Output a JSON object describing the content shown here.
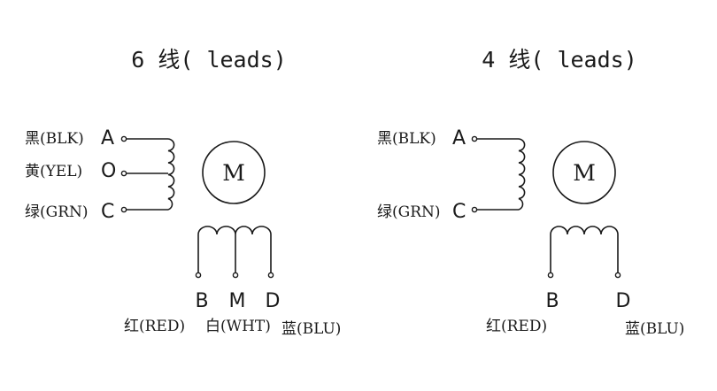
{
  "diagrams": [
    {
      "title": "6 线( leads)",
      "left_wires": [
        {
          "label": "黑(BLK)",
          "letter": "A"
        },
        {
          "label": "黄(YEL)",
          "letter": "O"
        },
        {
          "label": "绿(GRN)",
          "letter": "C"
        }
      ],
      "motor_label": "M",
      "bottom_letters": [
        "B",
        "M",
        "D"
      ],
      "bottom_labels": [
        "红(RED)",
        "白(WHT)",
        "蓝(BLU)"
      ]
    },
    {
      "title": "4 线( leads)",
      "left_wires": [
        {
          "label": "黑(BLK)",
          "letter": "A"
        },
        {
          "label": "绿(GRN)",
          "letter": "C"
        }
      ],
      "motor_label": "M",
      "bottom_letters": [
        "B",
        "D"
      ],
      "bottom_labels": [
        "红(RED)",
        "蓝(BLU)"
      ]
    }
  ]
}
